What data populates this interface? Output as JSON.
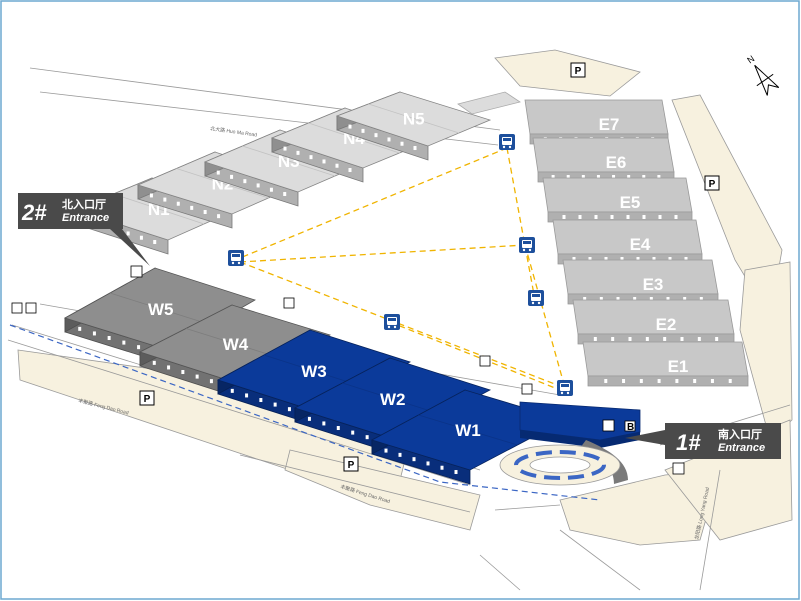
{
  "halls": {
    "north": [
      {
        "id": "N1",
        "label": "N1"
      },
      {
        "id": "N2",
        "label": "N2"
      },
      {
        "id": "N3",
        "label": "N3"
      },
      {
        "id": "N4",
        "label": "N4"
      },
      {
        "id": "N5",
        "label": "N5"
      }
    ],
    "west": [
      {
        "id": "W5",
        "label": "W5"
      },
      {
        "id": "W4",
        "label": "W4"
      },
      {
        "id": "W3",
        "label": "W3"
      },
      {
        "id": "W2",
        "label": "W2"
      },
      {
        "id": "W1",
        "label": "W1"
      }
    ],
    "east": [
      {
        "id": "E7",
        "label": "E7"
      },
      {
        "id": "E6",
        "label": "E6"
      },
      {
        "id": "E5",
        "label": "E5"
      },
      {
        "id": "E4",
        "label": "E4"
      },
      {
        "id": "E3",
        "label": "E3"
      },
      {
        "id": "E2",
        "label": "E2"
      },
      {
        "id": "E1",
        "label": "E1"
      }
    ]
  },
  "entrances": {
    "north": {
      "number": "2#",
      "cn": "北入口厅",
      "en": "Entrance"
    },
    "south": {
      "number": "1#",
      "cn": "南入口厅",
      "en": "Entrance"
    }
  },
  "roads": {
    "north": "北大路 Huo Ma Road",
    "west_upper": "丰聚路 Feng Dao Road",
    "west_lower": "丰聚路 Feng Dao Road",
    "south": "龙阳路 Long Yang Road"
  },
  "parking_label": "P",
  "compass_label": "N",
  "misc_labels": {
    "b_marker": "B"
  },
  "colors": {
    "highlight_blue": "#0b3a9a",
    "north_hall_gray": "#dcdcdc",
    "dark_hall_gray": "#8e8e8e",
    "east_hall_gray": "#c8c8c8",
    "bus_blue": "#1d4f9c",
    "shuttle_dash": "#f0b400",
    "ground": "#f7f1df"
  }
}
